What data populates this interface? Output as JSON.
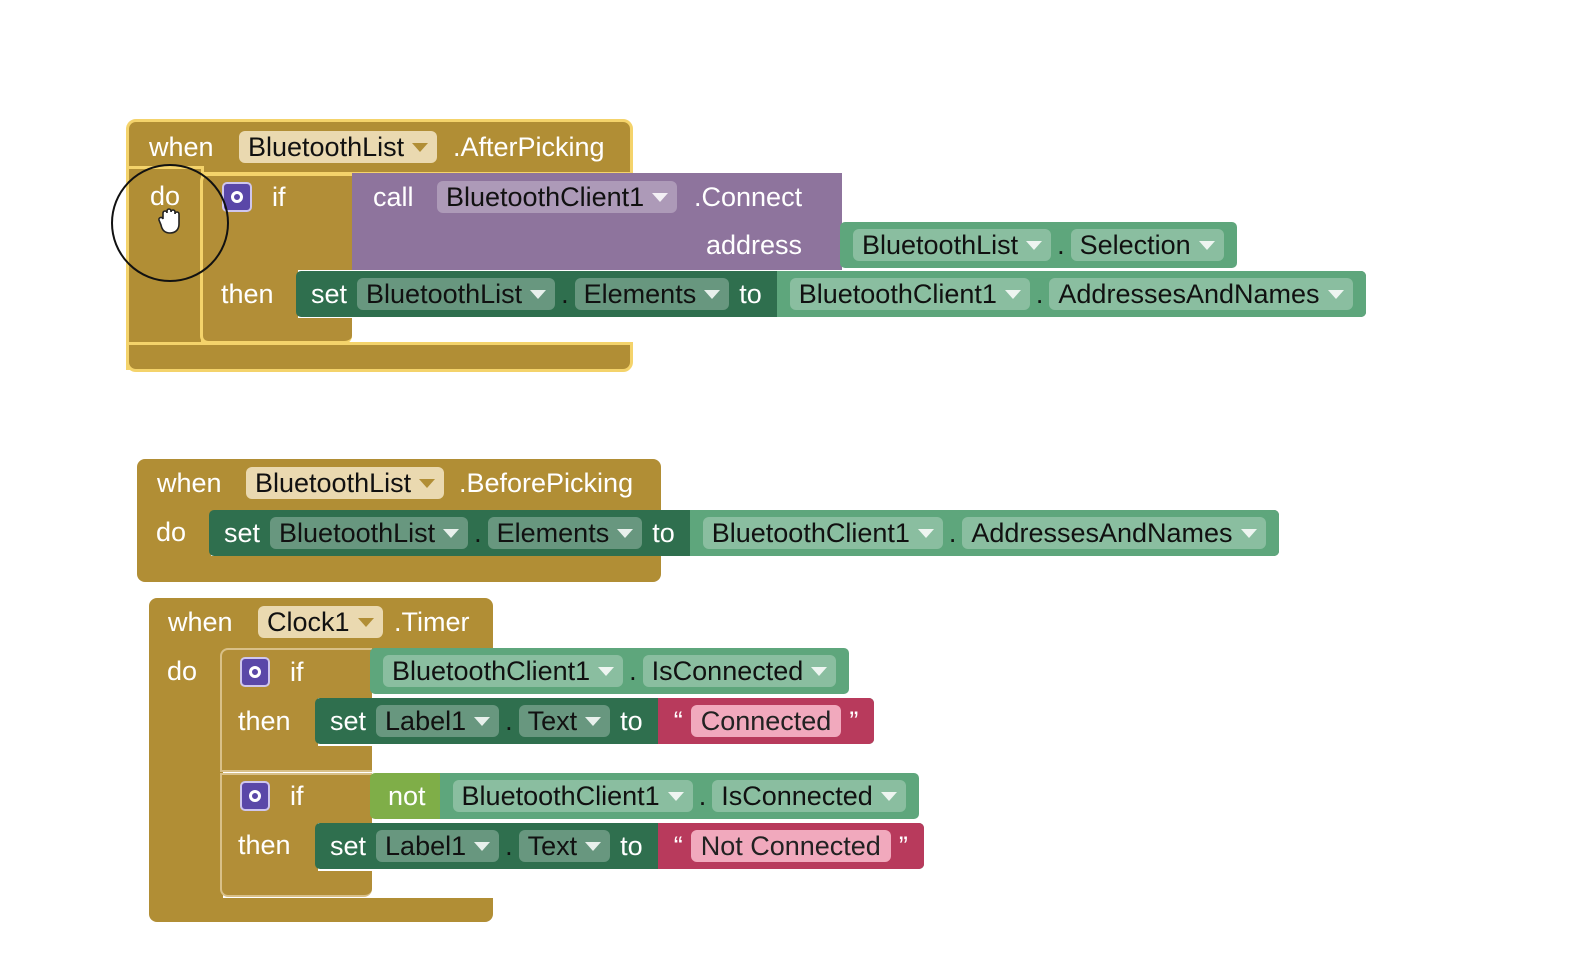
{
  "block1": {
    "when": "when",
    "component": "BluetoothList",
    "event": ".AfterPicking",
    "do": "do",
    "if_label": "if",
    "then_label": "then",
    "call": {
      "kw": "call",
      "component": "BluetoothClient1",
      "method": ".Connect",
      "param": "address",
      "arg": {
        "component": "BluetoothList",
        "dot": ".",
        "property": "Selection"
      }
    },
    "set": {
      "kw": "set",
      "component": "BluetoothList",
      "dot": ".",
      "property": "Elements",
      "to": "to",
      "value": {
        "component": "BluetoothClient1",
        "dot": ".",
        "property": "AddressesAndNames"
      }
    }
  },
  "block2": {
    "when": "when",
    "component": "BluetoothList",
    "event": ".BeforePicking",
    "do": "do",
    "set": {
      "kw": "set",
      "component": "BluetoothList",
      "dot": ".",
      "property": "Elements",
      "to": "to",
      "value": {
        "component": "BluetoothClient1",
        "dot": ".",
        "property": "AddressesAndNames"
      }
    }
  },
  "block3": {
    "when": "when",
    "component": "Clock1",
    "event": ".Timer",
    "do": "do",
    "if1": {
      "if_label": "if",
      "then_label": "then",
      "cond": {
        "component": "BluetoothClient1",
        "dot": ".",
        "property": "IsConnected"
      },
      "set": {
        "kw": "set",
        "component": "Label1",
        "dot": ".",
        "property": "Text",
        "to": "to",
        "open_quote": "“",
        "value": "Connected",
        "close_quote": "”"
      }
    },
    "if2": {
      "if_label": "if",
      "then_label": "then",
      "not": "not",
      "cond": {
        "component": "BluetoothClient1",
        "dot": ".",
        "property": "IsConnected"
      },
      "set": {
        "kw": "set",
        "component": "Label1",
        "dot": ".",
        "property": "Text",
        "to": "to",
        "open_quote": "“",
        "value": "Not Connected",
        "close_quote": "”"
      }
    }
  },
  "colors": {
    "event": "#b18e35",
    "selected_outline": "#f4d36b",
    "setter": "#2f6f4e",
    "getter": "#5ea67c",
    "call": "#8e749d",
    "string": "#b83a5c",
    "logic_not": "#7fae48",
    "mutator": "#5a47a8"
  },
  "icons": [
    "gear-icon",
    "hand-cursor-icon",
    "dropdown-arrow-icon"
  ]
}
